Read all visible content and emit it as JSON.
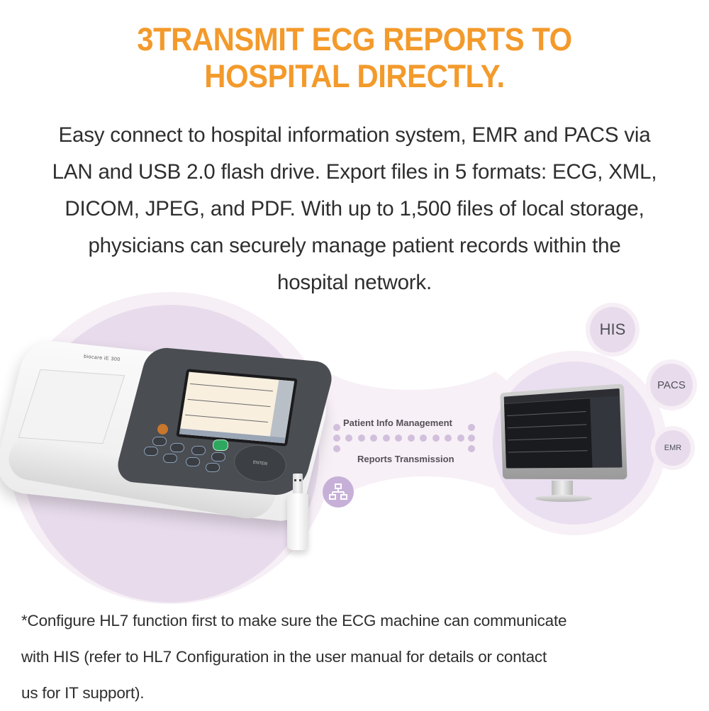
{
  "title": {
    "line1": "3TRANSMIT ECG REPORTS TO",
    "line2": "HOSPITAL DIRECTLY.",
    "color": "#f39a2b"
  },
  "description": {
    "lines": [
      "Easy connect to hospital information system, EMR and PACS via",
      "LAN and USB 2.0 flash drive. Export files in 5 formats: ECG, XML,",
      "DICOM, JPEG, and PDF. With up to 1,500 files of local storage,",
      "physicians can securely manage patient records within the",
      "hospital network."
    ]
  },
  "illustration": {
    "device": {
      "brand": "biocare  iE 300",
      "nav_label": "ENTER"
    },
    "flow_labels": {
      "top": "Patient Info Management",
      "bottom": "Reports Transmission"
    },
    "network_icon": "network-icon",
    "systems": [
      "HIS",
      "PACS",
      "EMR"
    ],
    "accent_purple": "#c7b0d8",
    "bubble_fill": "#e8dcec"
  },
  "footnote": {
    "lines": [
      "*Configure HL7 function first to make sure the ECG machine can communicate",
      "with HIS (refer to HL7 Configuration in the user manual for details or contact",
      "us for IT support)."
    ]
  }
}
